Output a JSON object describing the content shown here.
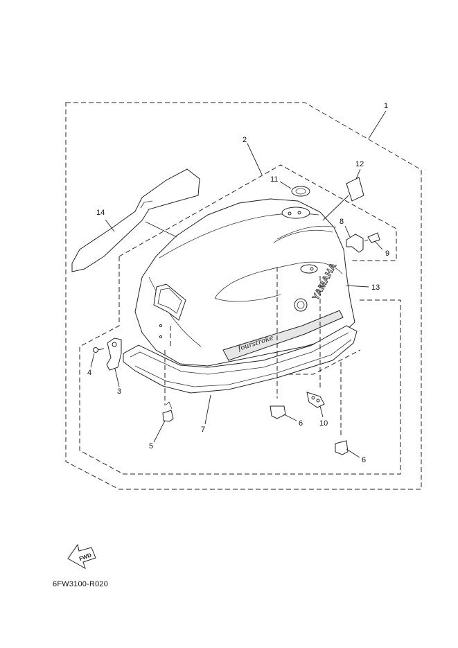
{
  "diagram": {
    "drawing_code": "6FW3100-R020",
    "fwd_label": "FWD",
    "brand_label": "YAMAHA",
    "decal_text": "fourstroke",
    "callouts": {
      "c1": "1",
      "c2": "2",
      "c3": "3",
      "c4": "4",
      "c5": "5",
      "c6a": "6",
      "c6b": "6",
      "c7": "7",
      "c8": "8",
      "c9": "9",
      "c10": "10",
      "c11": "11",
      "c12": "12",
      "c13": "13",
      "c14": "14"
    }
  }
}
